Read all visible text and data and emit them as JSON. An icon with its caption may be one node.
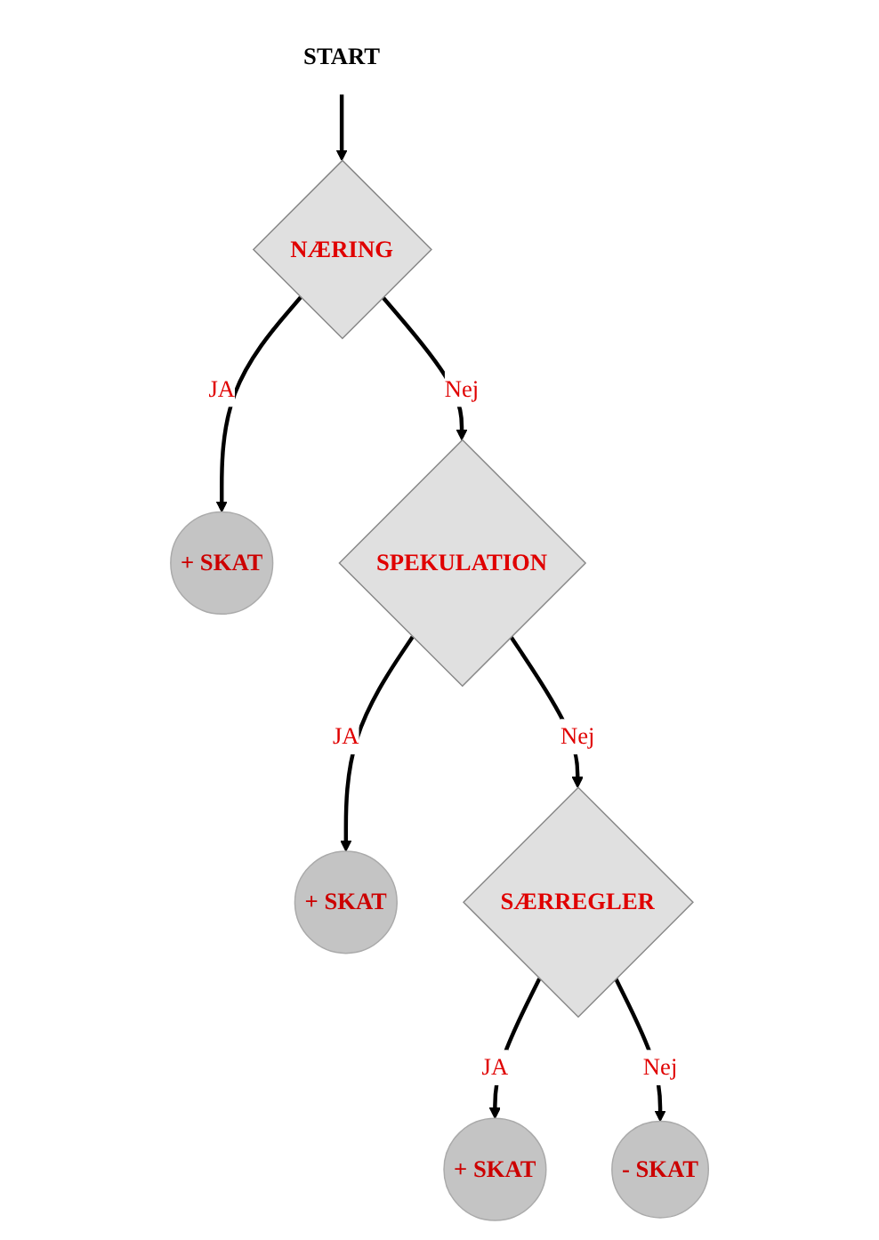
{
  "diagram": {
    "nodes": [
      {
        "text": [
          "START"
        ]
      },
      {
        "text": [
          "NÆRING"
        ]
      },
      {
        "text": [
          "+ SKAT"
        ]
      },
      {
        "text": [
          "SPEKULATION"
        ]
      },
      {
        "text": [
          "+ SKAT"
        ]
      },
      {
        "text": [
          "SÆRREGLER"
        ]
      },
      {
        "text": [
          "+ SKAT"
        ]
      },
      {
        "text": [
          "- SKAT"
        ]
      }
    ],
    "edges": [
      {
        "from": 0,
        "to": 1,
        "arrow": "to"
      },
      {
        "from": 1,
        "to": 2,
        "arrow": "to",
        "label": "JA"
      },
      {
        "from": 1,
        "to": 3,
        "arrow": "to",
        "label": "Nej"
      },
      {
        "from": 3,
        "to": 4,
        "arrow": "to",
        "label": "JA"
      },
      {
        "from": 3,
        "to": 5,
        "arrow": "to",
        "label": "Nej"
      },
      {
        "from": 5,
        "to": 6,
        "arrow": "to",
        "label": "JA"
      },
      {
        "from": 5,
        "to": 7,
        "arrow": "to",
        "label": "Nej"
      }
    ]
  }
}
